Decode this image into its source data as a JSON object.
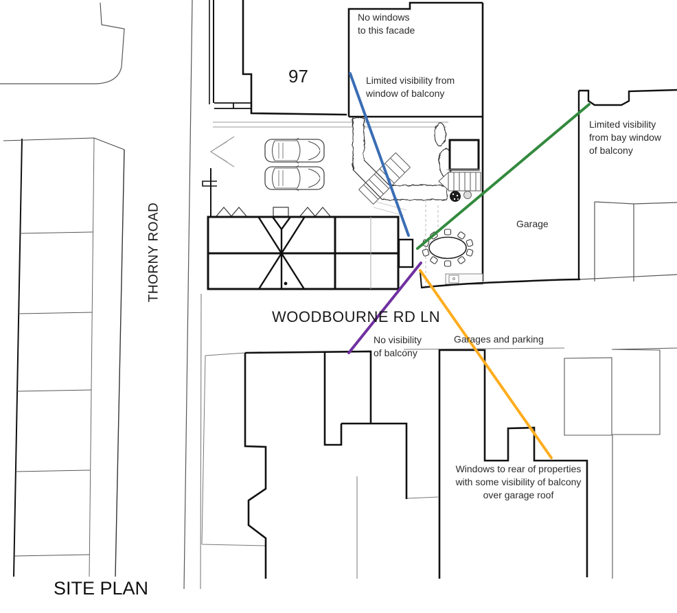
{
  "drawing_title": "SITE PLAN",
  "roads": {
    "vertical_road": "THORNY ROAD",
    "lane": "WOODBOURNE RD LN"
  },
  "buildings": {
    "house_number": "97",
    "garage_label": "Garage"
  },
  "annotations": {
    "no_windows": "No windows\nto this facade",
    "limited_visibility_window": "Limited visibility from\nwindow of balcony",
    "limited_visibility_bay": "Limited visibility\nfrom bay window\nof balcony",
    "no_visibility": "No visibility\nof balcony",
    "garages_and_parking": "Garages and parking",
    "windows_to_rear": "Windows to rear of properties\nwith some visibility of balcony\nover garage roof"
  },
  "sight_lines": {
    "window": {
      "color": "#3A6DB4"
    },
    "bay_window": {
      "color": "#338A3E"
    },
    "street": {
      "color": "#7030A0"
    },
    "rear_windows": {
      "color": "#FFAD1F"
    }
  },
  "ink_color": "#111111"
}
